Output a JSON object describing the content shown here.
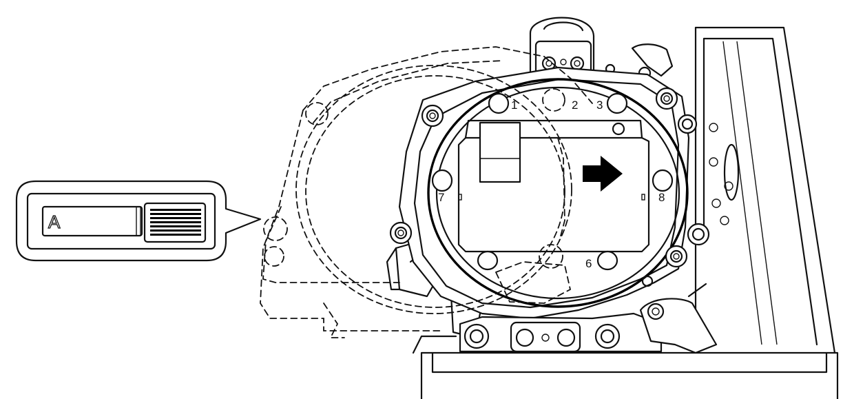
{
  "callout": {
    "label_letter": "A"
  },
  "pins": {
    "p1": "1",
    "p2": "2",
    "p3": "3",
    "p6": "6",
    "p7": "7",
    "p8": "8"
  },
  "colors": {
    "line": "#111111",
    "background": "#ffffff",
    "arrow_fill": "#000000"
  },
  "icons": {
    "direction_arrow": "arrow-right-icon",
    "label_stripes": "barcode-icon"
  }
}
